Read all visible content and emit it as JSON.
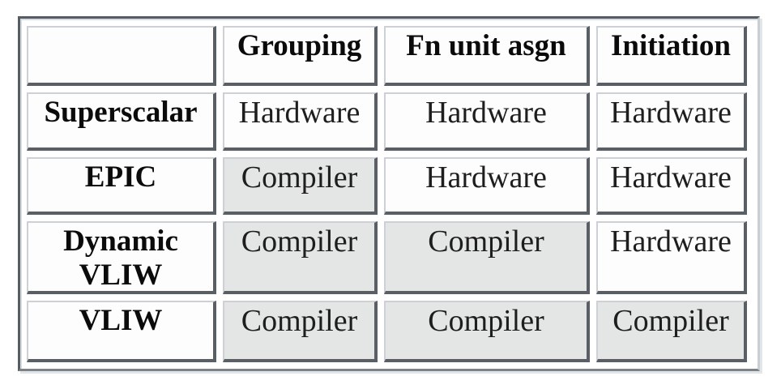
{
  "table": {
    "column_headers": [
      "",
      "Grouping",
      "Fn unit asgn",
      "Initiation"
    ],
    "rows": [
      {
        "label": "Superscalar",
        "cells": [
          "Hardware",
          "Hardware",
          "Hardware"
        ]
      },
      {
        "label": "EPIC",
        "cells": [
          "Compiler",
          "Hardware",
          "Hardware"
        ]
      },
      {
        "label": "Dynamic\nVLIW",
        "cells": [
          "Compiler",
          "Compiler",
          "Hardware"
        ]
      },
      {
        "label": "VLIW",
        "cells": [
          "Compiler",
          "Compiler",
          "Compiler"
        ]
      }
    ],
    "shaded_value": "Compiler",
    "colors": {
      "cell_bg": "#fdfdfd",
      "shaded_cell_bg": "#e4e6e6",
      "border_dark": "#5a5f65",
      "border_light": "#cdd1d5",
      "frame_dark": "#575c62",
      "text": "#1e1e1e"
    }
  }
}
